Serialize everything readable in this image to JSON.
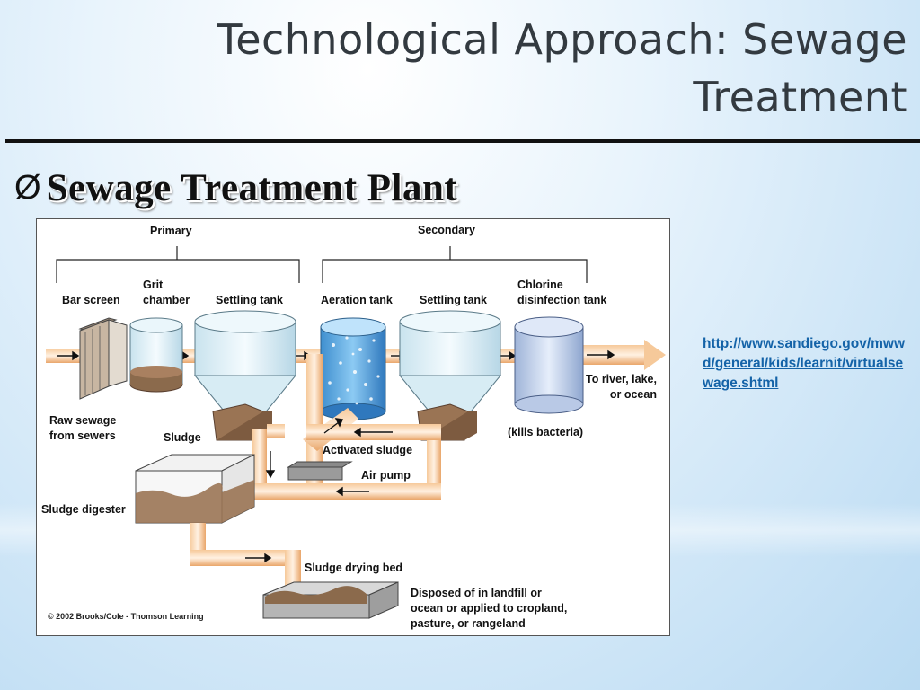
{
  "slide": {
    "title_line1": "Technological Approach:  Sewage",
    "title_line2": "Treatment",
    "bullet": "Ø",
    "subtitle": "Sewage Treatment Plant",
    "link": "http://www.sandiego.gov/mwwd/general/kids/learnit/virtualsewage.shtml"
  },
  "diagram": {
    "primary": "Primary",
    "secondary": "Secondary",
    "bar_screen": "Bar screen",
    "grit": "Grit\nchamber",
    "settling1": "Settling tank",
    "aeration": "Aeration tank",
    "settling2": "Settling tank",
    "chlorine": "Chlorine\ndisinfection tank",
    "raw": "Raw sewage\nfrom sewers",
    "sludge": "Sludge",
    "activated": "Activated sludge",
    "air_pump": "Air pump",
    "kills": "(kills bacteria)",
    "to_river": "To river, lake,\nor ocean",
    "digester": "Sludge digester",
    "drying": "Sludge drying bed",
    "disposed": "Disposed of in landfill or\nocean or applied to cropland,\npasture, or rangeland",
    "copyright": "© 2002 Brooks/Cole - Thomson Learning"
  }
}
